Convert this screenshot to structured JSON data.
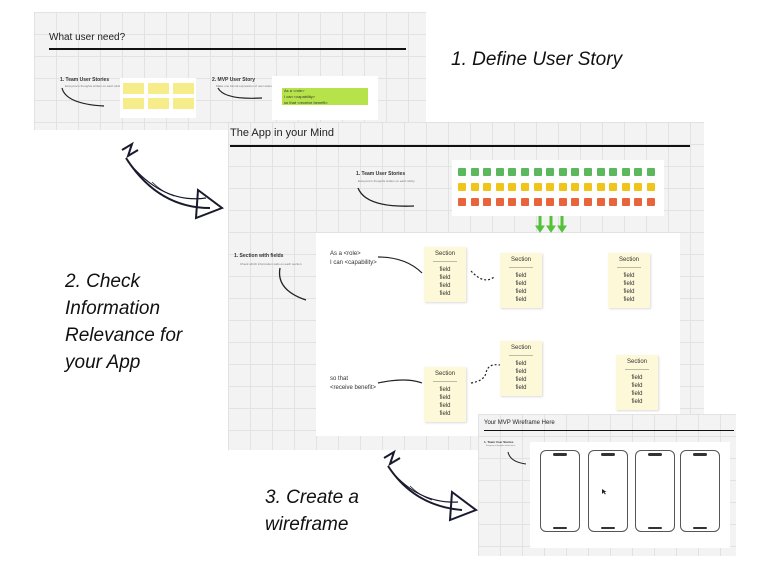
{
  "steps": [
    {
      "label": "1. Define User Story"
    },
    {
      "label": "2. Check Information Relevance for your App",
      "lines": [
        "2. Check",
        "Information",
        "Relevance for",
        "your App"
      ]
    },
    {
      "label": "3. Create a wireframe",
      "lines": [
        "3. Create a",
        "wireframe"
      ]
    }
  ],
  "board1": {
    "title": "What user need?",
    "team_stories": "1. Team User Stories",
    "team_stories_sub": "Everyone's thoughts written on each sticky",
    "mvp_story": "2. MVP User Story",
    "mvp_story_sub": "Make one formal expression of user stories",
    "story_lines": [
      "As a <role>",
      "I can <capability>",
      "so that <receive benefit>"
    ]
  },
  "board2": {
    "title": "The App in your Mind",
    "team_stories": "1. Team User Stories",
    "team_stories_sub": "Everyone's thoughts written on each sticky",
    "section_fields": "1. Section with fields",
    "section_fields_sub": "Check which information suits on each section",
    "role_text": [
      "As a <role>",
      "I can <capability>"
    ],
    "benefit_text": [
      "so that",
      "<receive benefit>"
    ],
    "section_label": "Section",
    "section_dash": "------------",
    "field_label": "field",
    "square_colors": [
      "#5cb85c",
      "#f0c419",
      "#e8643c"
    ]
  },
  "board3": {
    "title": "Your MVP Wireframe Here",
    "team_stories": "1. Team User Stories",
    "team_stories_sub": "Everyone's thoughts written here"
  },
  "colors": {
    "arrow": "#1a1a2e",
    "green_arrow": "#55c13a",
    "highlight": "#b6e34a"
  }
}
